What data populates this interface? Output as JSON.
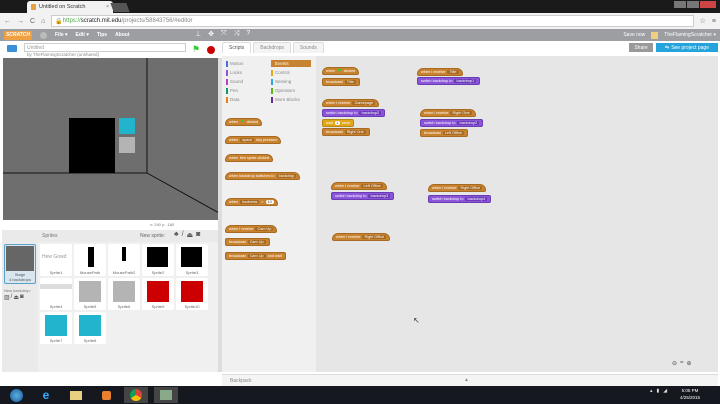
{
  "browser": {
    "tab_title": "Untitled on Scratch",
    "url_secure": "https://",
    "url_host": "scratch.mit.edu",
    "url_path": "/projects/58843756/#editor"
  },
  "menubar": {
    "logo": "SCRATCH",
    "items": [
      "File ▾",
      "Edit ▾",
      "Tips",
      "About"
    ],
    "tools": [
      "⊥",
      "✥",
      "⤧",
      "⤨",
      "?"
    ],
    "save_now": "Save now",
    "username": "TheFlamingScratcher ▾"
  },
  "project": {
    "title": "Untitled",
    "byline": "by TheFlamingScratcher (unshared)"
  },
  "header": {
    "tabs": [
      "Scripts",
      "Backdrops",
      "Sounds"
    ],
    "share": "Share",
    "see_project_page": "See project page"
  },
  "stage": {
    "coords": "x: 240  y: -180"
  },
  "sprites": {
    "header": "Sprites",
    "new_sprite": "New sprite:",
    "stage_label": "Stage",
    "stage_sub": "4 backdrops",
    "new_backdrop": "New backdrop:",
    "items": [
      {
        "name": "Sprite1",
        "label": "Hew Gowd"
      },
      {
        "name": "MousePath"
      },
      {
        "name": "MousePath2"
      },
      {
        "name": "Sprite2"
      },
      {
        "name": "Sprite3"
      },
      {
        "name": "Sprite4"
      },
      {
        "name": "Sprite5"
      },
      {
        "name": "Sprite6"
      },
      {
        "name": "Sprite9"
      },
      {
        "name": "Sprite10"
      },
      {
        "name": "Sprite7"
      },
      {
        "name": "Sprite8"
      }
    ]
  },
  "palette": {
    "categories": [
      {
        "label": "Motion",
        "color": "#4a6cd4"
      },
      {
        "label": "Looks",
        "color": "#8a55d7"
      },
      {
        "label": "Sound",
        "color": "#bb42c3"
      },
      {
        "label": "Pen",
        "color": "#0e9a6c"
      },
      {
        "label": "Data",
        "color": "#ee7d16"
      },
      {
        "label": "Events",
        "color": "#c88330"
      },
      {
        "label": "Control",
        "color": "#e1a91a"
      },
      {
        "label": "Sensing",
        "color": "#2ca5e2"
      },
      {
        "label": "Operators",
        "color": "#5cb712"
      },
      {
        "label": "More Blocks",
        "color": "#632d99"
      }
    ],
    "blocks": [
      {
        "a": "when",
        "b": "clicked"
      },
      {
        "a": "when",
        "dd": "space",
        "b": "key pressed"
      },
      {
        "a": "when",
        "b": "this sprite clicked"
      },
      {
        "a": "when backdrop switches to",
        "dd": "backdrop"
      },
      {
        "a": "when",
        "dd": "loudness",
        "b": ">",
        "v": "10"
      },
      {
        "a": "when I receive",
        "dd": "Cam Up"
      },
      {
        "a": "broadcast",
        "dd": "Cam Up"
      },
      {
        "a": "broadcast",
        "dd": "Cam Up",
        "b": "and wait"
      }
    ]
  },
  "scripts": {
    "s1": {
      "hat": "when",
      "hat2": "clicked",
      "b1": "broadcast",
      "b1dd": "Title"
    },
    "s2": {
      "hat": "when I receive",
      "hatdd": "Title",
      "b1": "switch backdrop to",
      "b1dd": "backdrop1"
    },
    "s3": {
      "hat": "when I receive",
      "hatdd": "Gamepage",
      "b1": "switch backdrop to",
      "b1dd": "backdrop2",
      "b2": "wait",
      "b2v": "1",
      "b2b": "secs",
      "b3": "broadcast",
      "b3dd": "Right One"
    },
    "s4": {
      "hat": "when I receive",
      "hatdd": "Right One",
      "b1": "switch backdrop to",
      "b1dd": "backdrop2",
      "b2": "broadcast",
      "b2dd": "Left Office"
    },
    "s5": {
      "hat": "when I receive",
      "hatdd": "Left Office",
      "b1": "switch backdrop to",
      "b1dd": "backdrop3"
    },
    "s6": {
      "hat": "when I receive",
      "hatdd": "Right Office",
      "b1": "switch backdrop to",
      "b1dd": "backdrop4"
    },
    "s7": {
      "hat": "when I receive",
      "hatdd": "Right Office"
    }
  },
  "backpack": {
    "label": "Backpack"
  },
  "taskbar": {
    "time": "5:05 PM",
    "date": "4/25/2015"
  }
}
